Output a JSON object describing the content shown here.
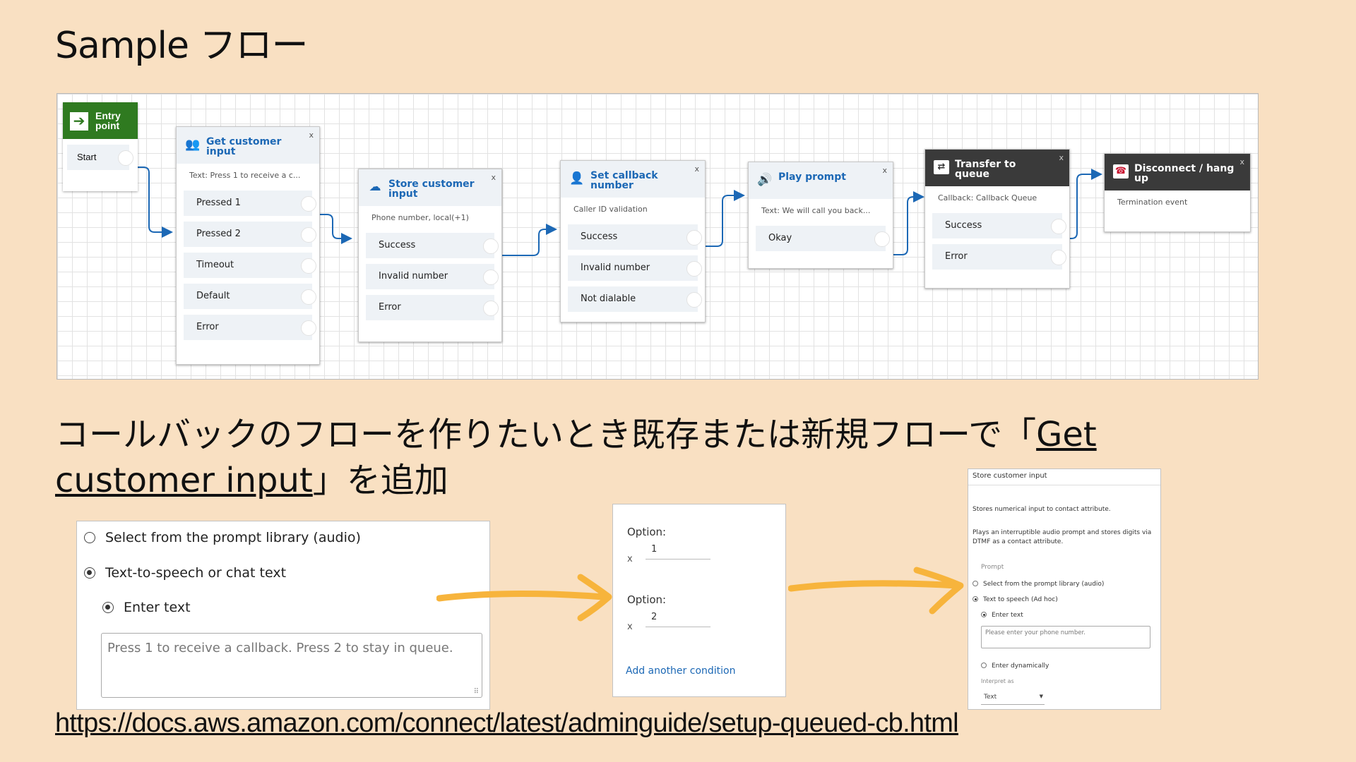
{
  "title": "Sample フロー",
  "flow": {
    "entry": {
      "title": "Entry point",
      "output": "Start"
    },
    "blocks": [
      {
        "title": "Get customer input",
        "desc": "Text: Press 1 to receive a c...",
        "outputs": [
          "Pressed 1",
          "Pressed 2",
          "Timeout",
          "Default",
          "Error"
        ]
      },
      {
        "title": "Store customer input",
        "desc": "Phone number, local(+1)",
        "outputs": [
          "Success",
          "Invalid number",
          "Error"
        ]
      },
      {
        "title": "Set callback number",
        "desc": "Caller ID validation",
        "outputs": [
          "Success",
          "Invalid number",
          "Not dialable"
        ]
      },
      {
        "title": "Play prompt",
        "desc": "Text: We will call you back...",
        "outputs": [
          "Okay"
        ]
      },
      {
        "title": "Transfer to queue",
        "desc": "Callback: Callback Queue",
        "outputs": [
          "Success",
          "Error"
        ]
      },
      {
        "title": "Disconnect / hang up",
        "desc": "Termination event",
        "outputs": []
      }
    ],
    "close": "x"
  },
  "heading": {
    "before": "コールバックのフローを作りたいとき既存または新規フローで「",
    "link1": "Get",
    "link2": "customer input",
    "after": "」を追加"
  },
  "prompt_card": {
    "opt1": "Select from the prompt library (audio)",
    "opt2": "Text-to-speech or chat text",
    "opt3": "Enter text",
    "text": "Press 1 to receive a callback. Press 2 to stay in queue."
  },
  "options_card": {
    "label": "Option:",
    "x": "x",
    "value1": "1",
    "value2": "2",
    "add": "Add another condition"
  },
  "store_card": {
    "title": "Store customer input",
    "desc1": "Stores numerical input to contact attribute.",
    "desc2": "Plays an interruptible audio prompt and stores digits via DTMF as a contact attribute.",
    "prompt": "Prompt",
    "opt1": "Select from the prompt library (audio)",
    "opt2": "Text to speech (Ad hoc)",
    "opt3": "Enter text",
    "placeholder": "Please enter your phone number.",
    "opt4": "Enter dynamically",
    "interpret": "Interpret as",
    "select": "Text"
  },
  "link": "https://docs.aws.amazon.com/connect/latest/adminguide/setup-queued-cb.html",
  "colors": {
    "background": "#f9e0c2",
    "accent_blue": "#1c68b5",
    "arrow_orange": "#f7b43c",
    "entry_green": "#2f7a20",
    "dark_header": "#3a3a3a"
  },
  "icons": {
    "entry": "➔",
    "get_input": "👥",
    "store": "☁",
    "callback": "👤",
    "play": "🔊",
    "transfer": "⇄",
    "disconnect": "☎"
  }
}
